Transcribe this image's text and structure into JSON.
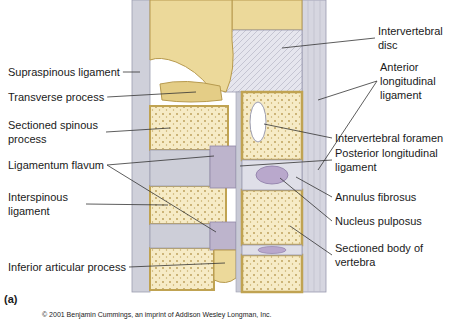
{
  "diagram": {
    "labels": [
      "Supraspinous ligament",
      "Transverse process",
      "Sectioned spinous process",
      "Ligamentum flavum",
      "Interspinous ligament",
      "Inferior articular process",
      "Intervertebral disc",
      "Anterior longitudinal ligament",
      "Intervertebral foramen",
      "Posterior longitudinal ligament",
      "Annulus fibrosus",
      "Nucleus pulposus",
      "Sectioned body of vertebra",
      "(a)",
      "© 2001 Benjamin Cummings, an imprint of Addison Wesley Longman, Inc."
    ]
  }
}
